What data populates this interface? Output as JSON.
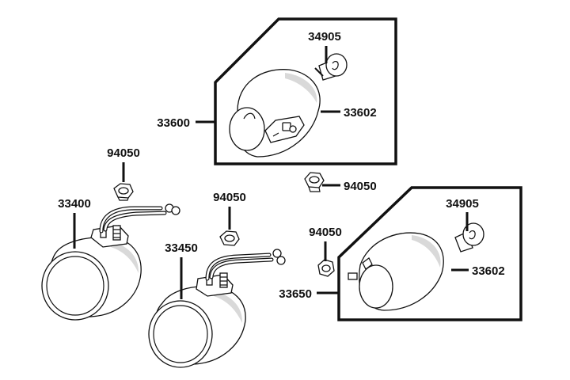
{
  "parts": {
    "top_assembly": "33600",
    "top_lens": "33602",
    "top_bulb": "34905",
    "nut_top": "94050",
    "bottom_assembly": "33650",
    "bottom_lens": "33602",
    "bottom_bulb": "34905",
    "nut_bottom": "94050",
    "lamp_left": "33400",
    "nut_left": "94050",
    "lamp_middle": "33450",
    "nut_middle": "94050"
  }
}
